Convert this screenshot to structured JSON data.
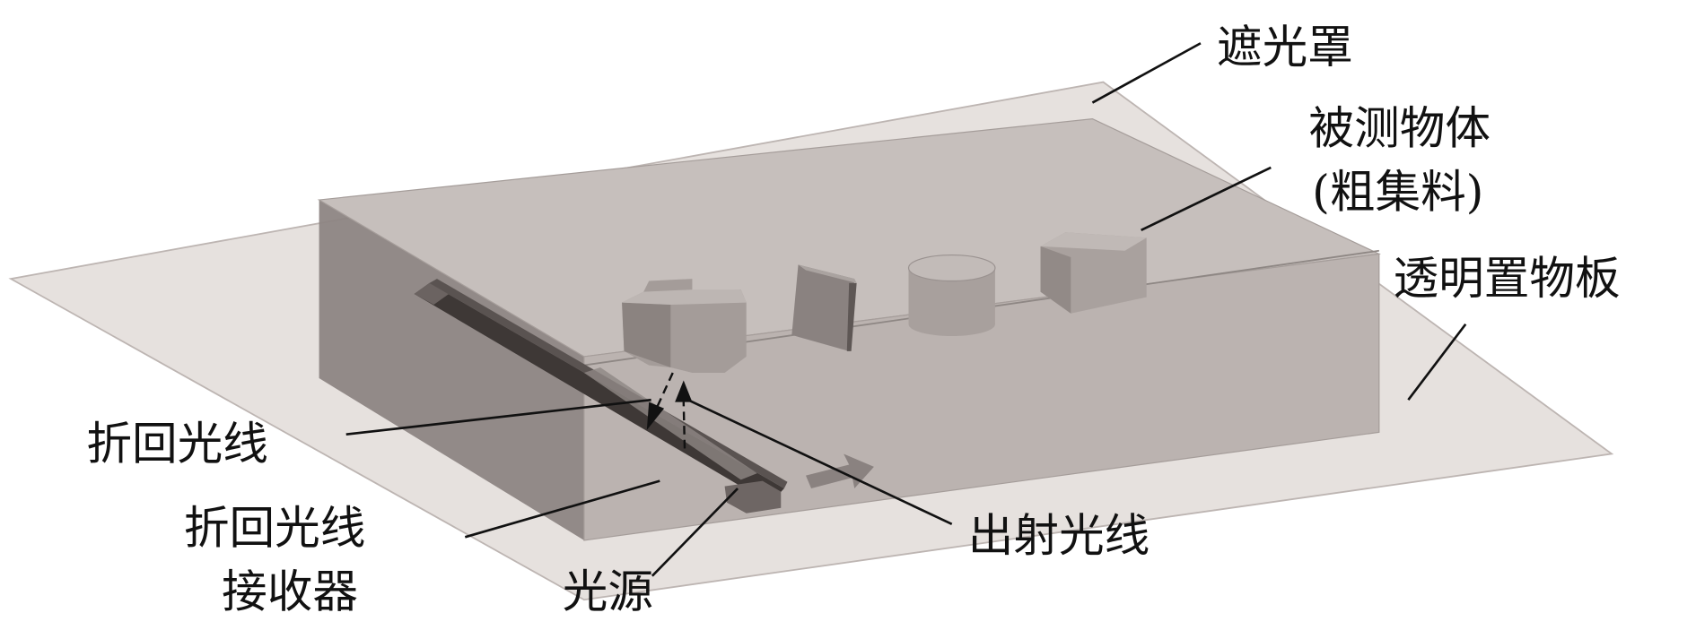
{
  "labels": {
    "shade_cover": "遮光罩",
    "object_line1": "被测物体",
    "object_line2": "(粗集料)",
    "plate": "透明置物板",
    "returned_ray": "折回光线",
    "receiver_line1": "折回光线",
    "receiver_line2": "接收器",
    "light_source": "光源",
    "emitted_ray": "出射光线"
  },
  "colors": {
    "plate": "#e4dfdc",
    "cover_top": "#c9c2bf",
    "cover_left": "#8a8280",
    "cover_front": "#b8b0ad",
    "bar": "#3e3836"
  }
}
